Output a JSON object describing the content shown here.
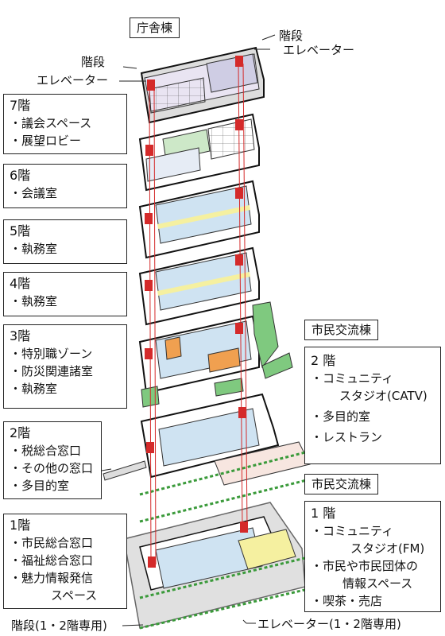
{
  "title": "庁舎棟",
  "labels": {
    "stair_top_right": "階段",
    "elevator_top_right": "エレベーター",
    "stair_top_left": "階段",
    "elevator_top_left": "エレベーター",
    "stair_bottom": "階段(1・2階専用)",
    "elevator_bottom": "エレベーター(1・2階専用)"
  },
  "left_floors": [
    {
      "floor": "7階",
      "items": [
        "・議会スペース",
        "・展望ロビー"
      ]
    },
    {
      "floor": "6階",
      "items": [
        "・会議室"
      ]
    },
    {
      "floor": "5階",
      "items": [
        "・執務室"
      ]
    },
    {
      "floor": "4階",
      "items": [
        "・執務室"
      ]
    },
    {
      "floor": "3階",
      "items": [
        "・特別職ゾーン",
        "・防災関連諸室",
        "・執務室"
      ]
    },
    {
      "floor": "2階",
      "items": [
        "・税総合窓口",
        "・その他の窓口",
        "・多目的室"
      ]
    },
    {
      "floor": "1階",
      "items": [
        "・市民総合窓口",
        "・福祉総合窓口",
        "・魅力情報発信",
        "スペース"
      ]
    }
  ],
  "civic_tag_1": "市民交流棟",
  "civic_tag_2": "市民交流棟",
  "civic_2f": {
    "floor": "2 階",
    "items": [
      "・コミュニティ",
      "スタジオ(CATV)",
      "・多目的室",
      "・レストラン"
    ]
  },
  "civic_1f": {
    "floor": "1 階",
    "items": [
      "・コミュニティ",
      "スタジオ(FM)",
      "・市民や市民団体の",
      "情報スペース",
      "・喫茶・売店"
    ]
  },
  "colors": {
    "elevator": "#d42a2a",
    "office": "#cfe3f2",
    "green": "#7fc97f",
    "orange": "#f0a050",
    "highlight": "#f5f0a0",
    "dashed": "#3a9a3a"
  }
}
